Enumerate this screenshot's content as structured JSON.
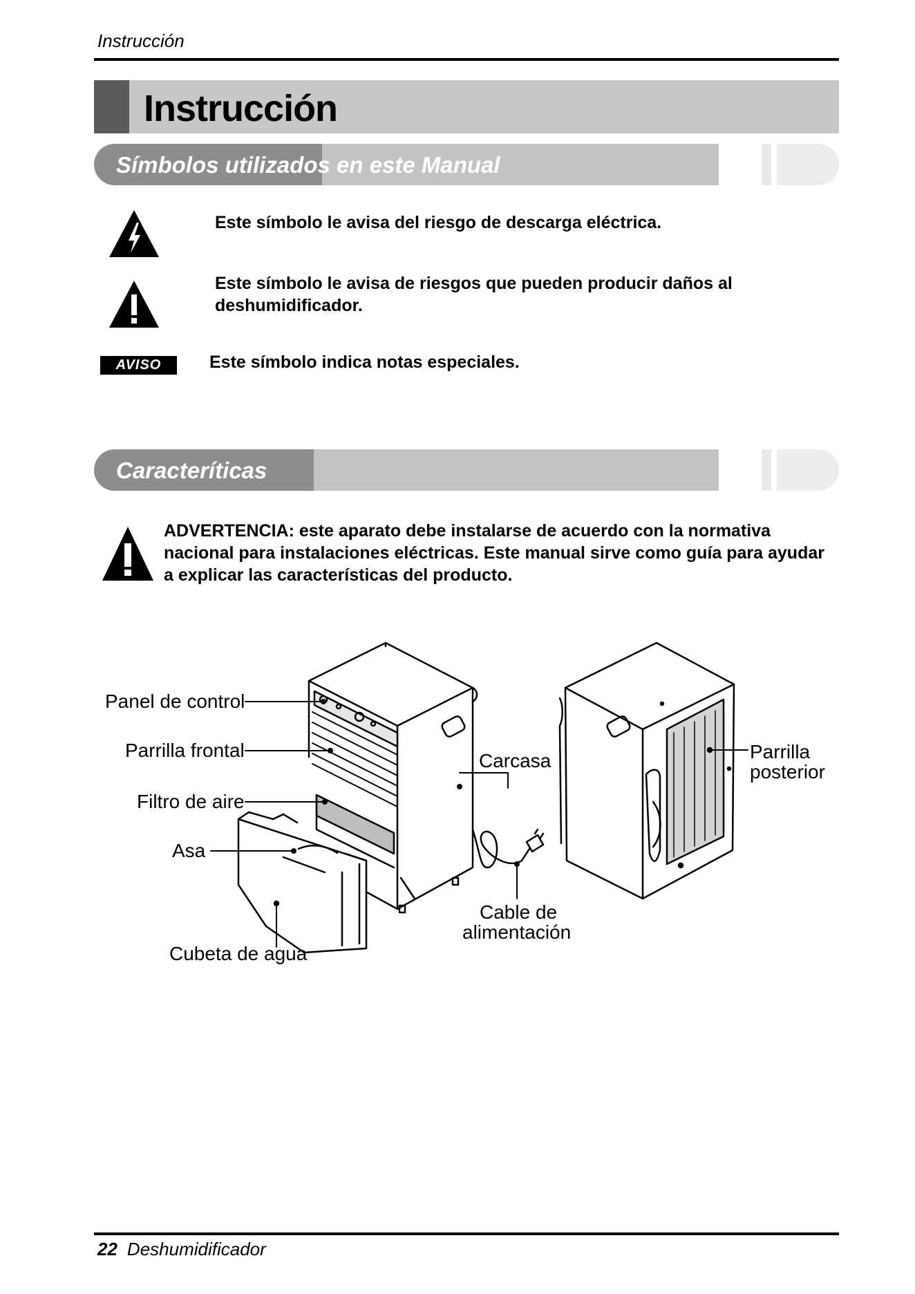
{
  "header": {
    "running_title": "Instrucción"
  },
  "title": "Instrucción",
  "section_symbols": {
    "heading": "Símbolos utilizados en este Manual",
    "items": [
      {
        "icon": "electric-shock-warning-icon",
        "text": "Este símbolo le avisa del riesgo de descarga eléctrica."
      },
      {
        "icon": "caution-warning-icon",
        "text": "Este símbolo le avisa de riesgos que pueden producir daños al deshumidificador."
      },
      {
        "icon": "aviso-badge",
        "badge_label": "AVISO",
        "text": "Este símbolo indica notas especiales."
      }
    ]
  },
  "section_features": {
    "heading": "Caracteríticas",
    "warning": "ADVERTENCIA: este aparato debe instalarse de acuerdo con la normativa nacional para instalaciones eléctricas. Este manual sirve como guía para ayudar a explicar las características del producto."
  },
  "figure": {
    "labels": {
      "panel_control": "Panel de control",
      "parrilla_frontal": "Parrilla frontal",
      "filtro_aire": "Filtro de aire",
      "asa": "Asa",
      "cubeta": "Cubeta de agua",
      "carcasa": "Carcasa",
      "cable_1": "Cable de",
      "cable_2": "alimentación",
      "parrilla_posterior_1": "Parrilla",
      "parrilla_posterior_2": "posterior"
    }
  },
  "footer": {
    "page_number": "22",
    "doc_title": "Deshumidificador"
  }
}
